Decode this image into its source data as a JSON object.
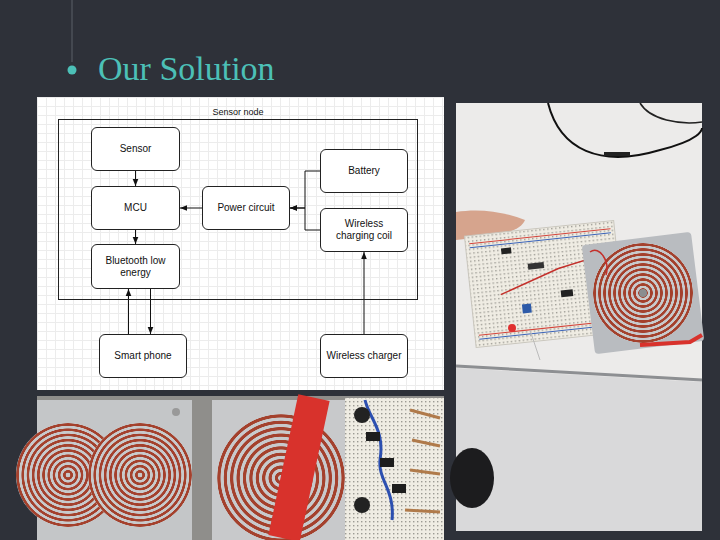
{
  "diagram": {
    "title": "Our Solution",
    "nodes": [
      {
        "text": [
          "Sensor node"
        ]
      },
      {
        "text": [
          "Sensor"
        ],
        "in": 0
      },
      {
        "text": [
          "MCU"
        ],
        "in": 0
      },
      {
        "text": [
          "Bluetooth low energy"
        ],
        "in": 0
      },
      {
        "text": [
          "Power circuit"
        ],
        "in": 0
      },
      {
        "text": [
          "Battery"
        ],
        "in": 0
      },
      {
        "text": [
          "Wireless charging coil"
        ],
        "in": 0
      },
      {
        "text": [
          "Smart phone"
        ]
      },
      {
        "text": [
          "Wireless charger"
        ]
      }
    ],
    "edges": [
      {
        "from": 1,
        "to": 2,
        "arrow": "to"
      },
      {
        "from": 2,
        "to": 3,
        "arrow": "to"
      },
      {
        "from": 4,
        "to": 2,
        "arrow": "to"
      },
      {
        "from": 5,
        "to": 4,
        "arrow": "to"
      },
      {
        "from": 6,
        "to": 4,
        "arrow": "to"
      },
      {
        "from": 7,
        "to": 3,
        "arrow": "to"
      },
      {
        "from": 3,
        "to": 7,
        "arrow": "to"
      },
      {
        "from": 8,
        "to": 6,
        "arrow": "to"
      }
    ]
  }
}
